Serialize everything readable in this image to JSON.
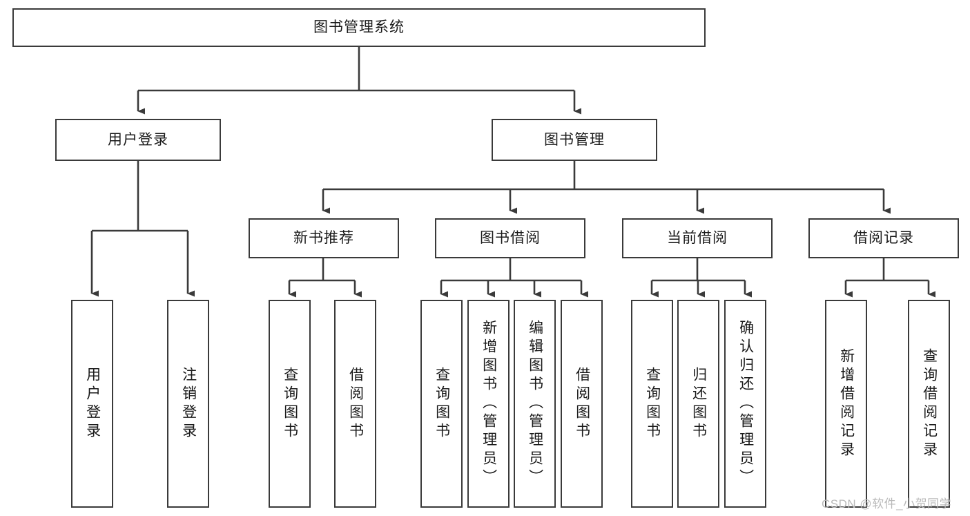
{
  "diagram": {
    "title": "图书管理系统",
    "type": "hierarchy-tree",
    "nodes": {
      "root": {
        "label": "图书管理系统"
      },
      "level2": [
        {
          "id": "user-login",
          "label": "用户登录"
        },
        {
          "id": "book-manage",
          "label": "图书管理"
        }
      ],
      "level3": [
        {
          "id": "new-book-recommend",
          "label": "新书推荐"
        },
        {
          "id": "book-borrow",
          "label": "图书借阅"
        },
        {
          "id": "current-borrow",
          "label": "当前借阅"
        },
        {
          "id": "borrow-record",
          "label": "借阅记录"
        }
      ],
      "leaves": {
        "user-login": [
          {
            "id": "leaf-user-login",
            "label": "用户登录"
          },
          {
            "id": "leaf-user-logout",
            "label": "注销登录"
          }
        ],
        "new-book-recommend": [
          {
            "id": "leaf-query-book-1",
            "label": "查询图书"
          },
          {
            "id": "leaf-borrow-book-1",
            "label": "借阅图书"
          }
        ],
        "book-borrow": [
          {
            "id": "leaf-query-book-2",
            "label": "查询图书"
          },
          {
            "id": "leaf-add-book",
            "label": "新增图书（管理员）"
          },
          {
            "id": "leaf-edit-book",
            "label": "编辑图书（管理员）"
          },
          {
            "id": "leaf-borrow-book-2",
            "label": "借阅图书"
          }
        ],
        "current-borrow": [
          {
            "id": "leaf-query-book-3",
            "label": "查询图书"
          },
          {
            "id": "leaf-return-book",
            "label": "归还图书"
          },
          {
            "id": "leaf-confirm-return",
            "label": "确认归还（管理员）"
          }
        ],
        "borrow-record": [
          {
            "id": "leaf-add-record",
            "label": "新增借阅记录"
          },
          {
            "id": "leaf-query-record",
            "label": "查询借阅记录"
          }
        ]
      }
    },
    "colors": {
      "stroke": "#3a3a3a",
      "fill": "#ffffff",
      "text": "#1a1a1a",
      "watermark": "#b9b9b9"
    }
  },
  "watermark": {
    "text": "CSDN @软件_小贺同学"
  }
}
